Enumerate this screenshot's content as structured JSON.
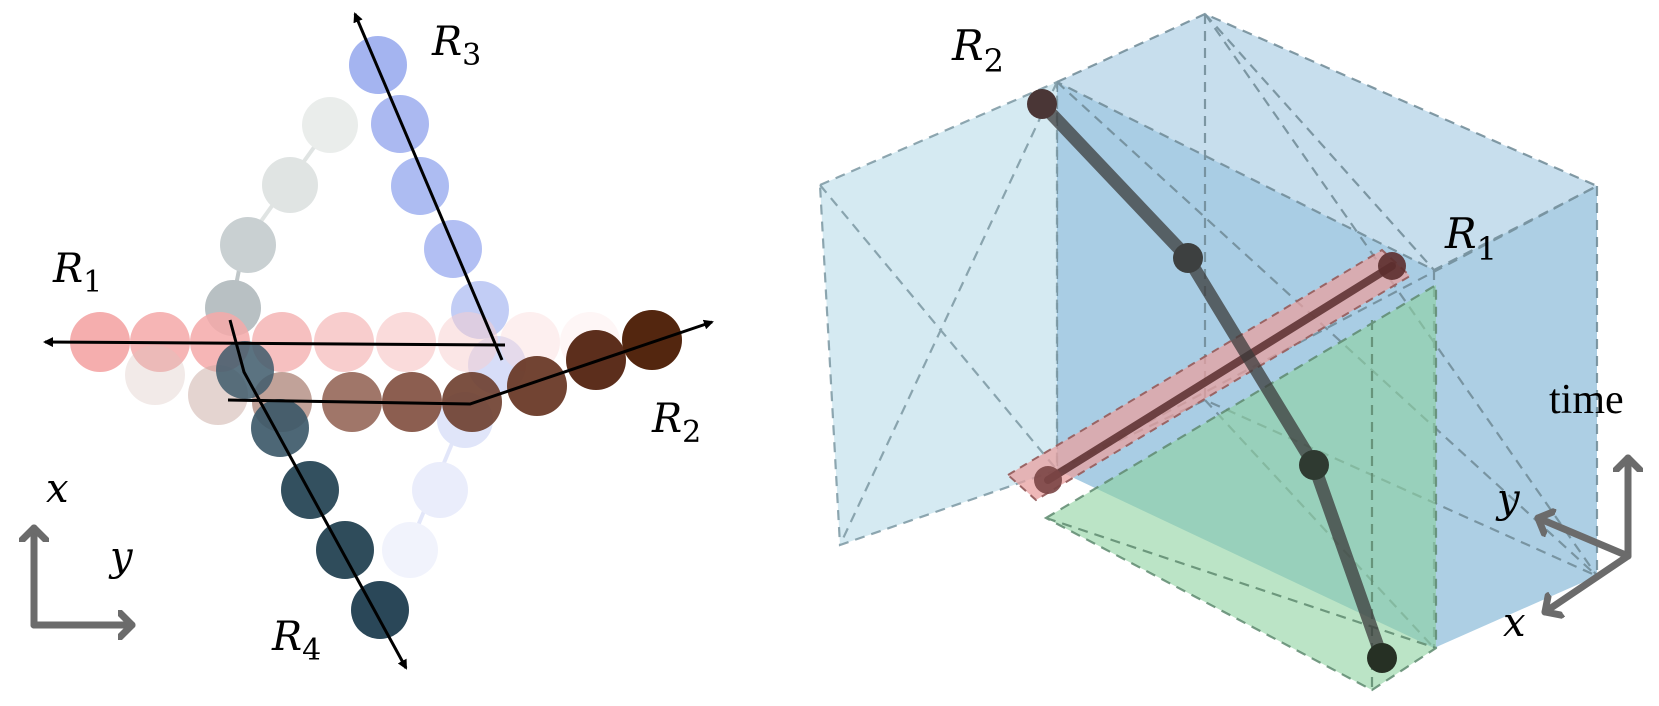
{
  "left_panel": {
    "trajectories": [
      {
        "name": "R",
        "sub": "1",
        "color": "#f4a5a5"
      },
      {
        "name": "R",
        "sub": "2",
        "color": "#5a2a1a"
      },
      {
        "name": "R",
        "sub": "3",
        "color": "#9fb0ef"
      },
      {
        "name": "R",
        "sub": "4",
        "color": "#2f4c5e"
      }
    ],
    "axes": {
      "x": "x",
      "y": "y"
    }
  },
  "right_panel": {
    "labels": {
      "r1_name": "R",
      "r1_sub": "1",
      "r2_name": "R",
      "r2_sub": "2"
    },
    "axes": {
      "time": "time",
      "x": "x",
      "y": "y"
    },
    "colors": {
      "time_plane": "#8fbfdc",
      "plane_x_time": "#b9dcea",
      "plane_xy": "#8ed2a0",
      "r1_bar": "#e8a0a0",
      "r2_track": "#3b3b3b"
    }
  }
}
